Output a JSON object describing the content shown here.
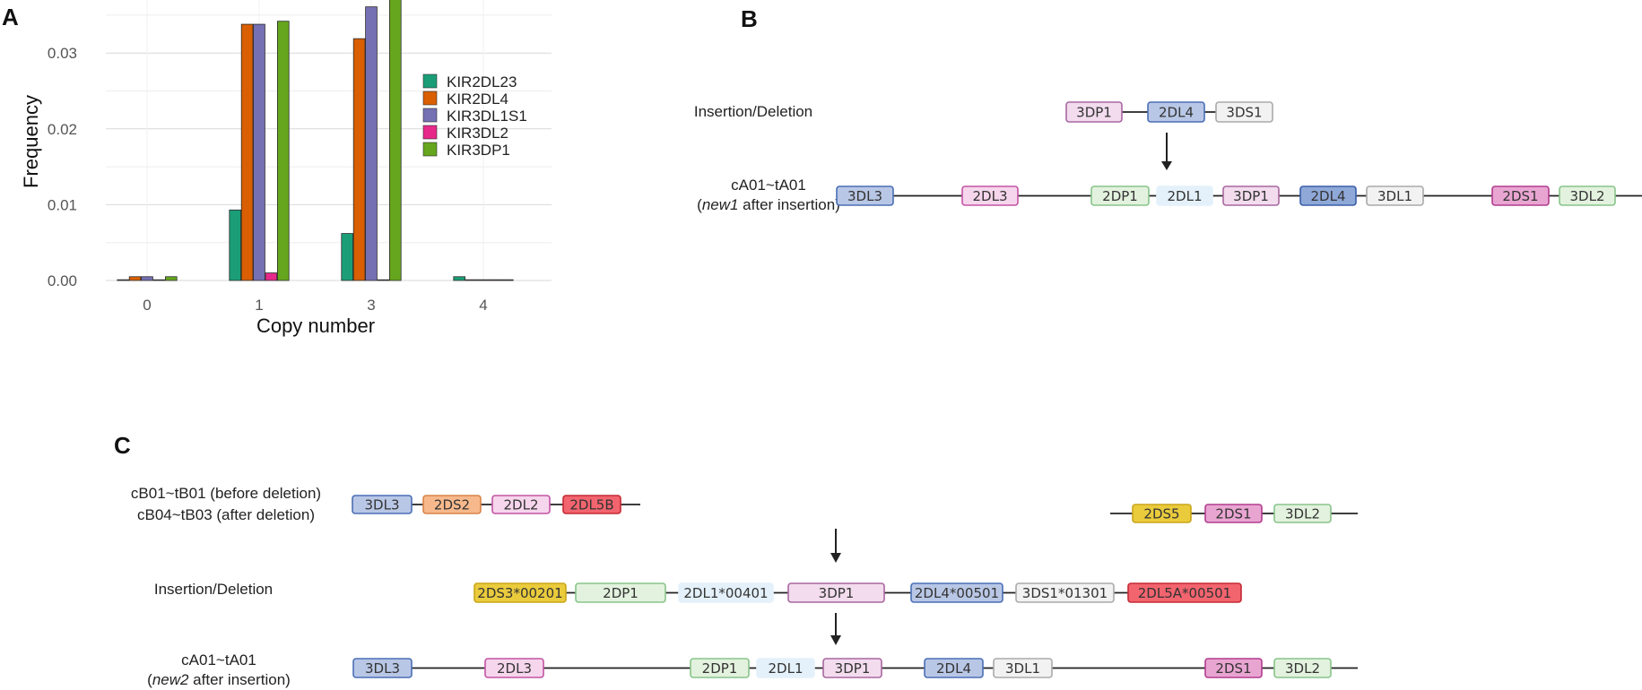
{
  "panels": {
    "a": "A",
    "b": "B",
    "c": "C"
  },
  "chart_data": {
    "type": "bar",
    "xlabel": "Copy number",
    "ylabel": "Frequency",
    "categories": [
      "0",
      "1",
      "3",
      "4"
    ],
    "ylim": [
      0,
      0.037
    ],
    "yticks": [
      0.0,
      0.01,
      0.02,
      0.03
    ],
    "ytick_labels": [
      "0.00",
      "0.01",
      "0.02",
      "0.03"
    ],
    "grid": true,
    "legend_position": "right",
    "series": [
      {
        "name": "KIR2DL23",
        "color": "#1b9e77",
        "values": [
          0.0001,
          0.0093,
          0.0062,
          0.0005
        ]
      },
      {
        "name": "KIR2DL4",
        "color": "#d95f02",
        "values": [
          0.0005,
          0.0338,
          0.0319,
          0.0001
        ]
      },
      {
        "name": "KIR3DL1S1",
        "color": "#7570b3",
        "values": [
          0.0005,
          0.0338,
          0.0361,
          0.0001
        ]
      },
      {
        "name": "KIR3DL2",
        "color": "#e7298a",
        "values": [
          0.0,
          0.001,
          0.0,
          0.0001
        ]
      },
      {
        "name": "KIR3DP1",
        "color": "#66a61e",
        "values": [
          0.0005,
          0.0342,
          0.0371,
          0.0001
        ]
      }
    ]
  },
  "colors": {
    "blue": {
      "fill": "#b9c7e6",
      "stroke": "#4a6fb5"
    },
    "blue2": {
      "fill": "#8ea8d8",
      "stroke": "#3a5ea8"
    },
    "pink": {
      "fill": "#f6d6ec",
      "stroke": "#c354a4"
    },
    "pink2": {
      "fill": "#e9a5d2",
      "stroke": "#b23c8e"
    },
    "lpink": {
      "fill": "#f2dcee",
      "stroke": "#a967a0"
    },
    "green": {
      "fill": "#e3f2de",
      "stroke": "#88c48a"
    },
    "lblue": {
      "fill": "#e4f1fa",
      "stroke": "#e4f1fa"
    },
    "grey": {
      "fill": "#f2f2f2",
      "stroke": "#aaaaaa"
    },
    "orange": {
      "fill": "#f7b98c",
      "stroke": "#d8844a"
    },
    "red": {
      "fill": "#f2646e",
      "stroke": "#c42a34"
    },
    "yellow": {
      "fill": "#eacb3c",
      "stroke": "#c9a61a"
    }
  },
  "diagram_b": {
    "insertion_label": "Insertion/Deletion",
    "insert_row": [
      "3DP1",
      "2DL4",
      "3DS1"
    ],
    "haplotype_label_1": "cA01~tA01",
    "haplotype_label_2_italic": "new1",
    "haplotype_label_2_rest": " after insertion)",
    "haplotype_label_2_open": "(",
    "haplotype_row": [
      "3DL3",
      "2DL3",
      "2DP1",
      "2DL1",
      "3DP1",
      "2DL4",
      "3DL1",
      "2DS1",
      "3DL2"
    ]
  },
  "diagram_c": {
    "row1_label_1": "cB01~tB01 (before deletion)",
    "row1_label_2": "cB04~tB03 (after deletion)",
    "row1_left": [
      "3DL3",
      "2DS2",
      "2DL2",
      "2DL5B"
    ],
    "row1_right": [
      "2DS5",
      "2DS1",
      "3DL2"
    ],
    "insertion_label": "Insertion/Deletion",
    "insert_row": [
      "2DS3*00201",
      "2DP1",
      "2DL1*00401",
      "3DP1",
      "2DL4*00501",
      "3DS1*01301",
      "2DL5A*00501"
    ],
    "haplotype_label_1": "cA01~tA01",
    "haplotype_label_2_open": "(",
    "haplotype_label_2_italic": "new2",
    "haplotype_label_2_rest": " after insertion)",
    "haplotype_row": [
      "3DL3",
      "2DL3",
      "2DP1",
      "2DL1",
      "3DP1",
      "2DL4",
      "3DL1",
      "2DS1",
      "3DL2"
    ]
  }
}
